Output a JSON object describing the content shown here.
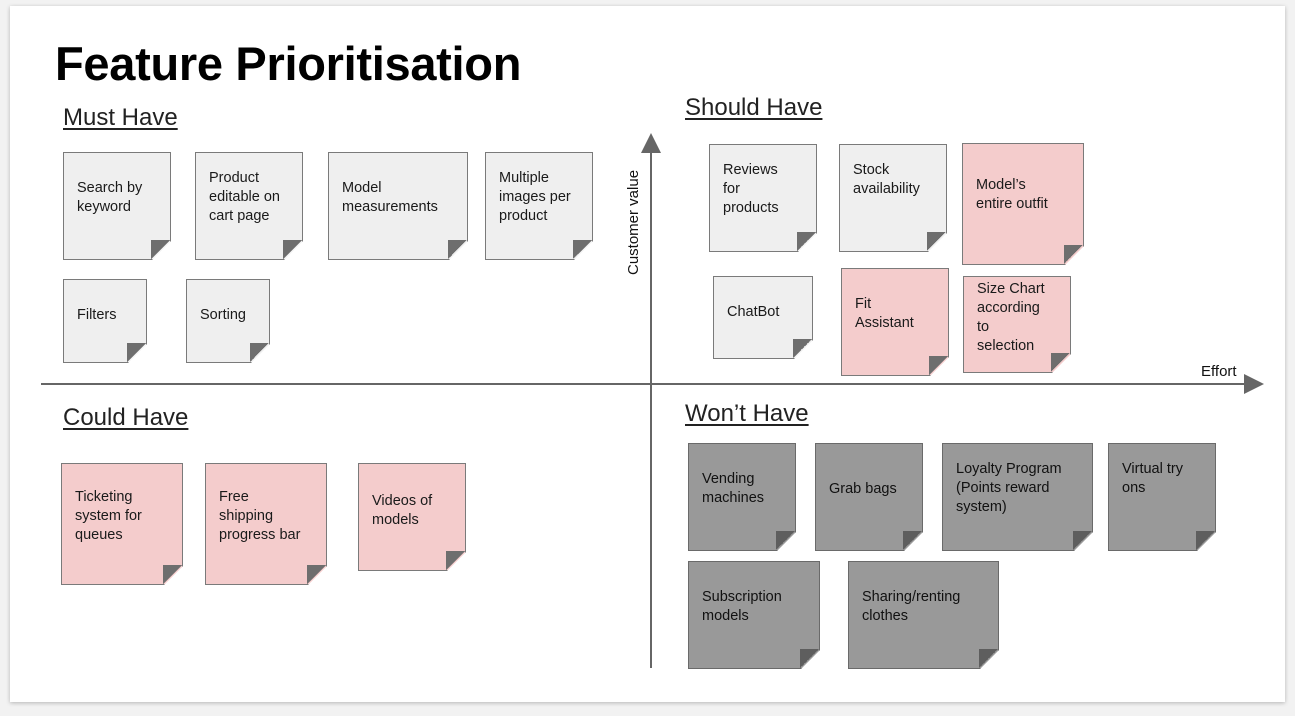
{
  "title": "Feature Prioritisation",
  "axes": {
    "x_label": "Effort",
    "y_label": "Customer value"
  },
  "colors": {
    "gray_note": "#efefef",
    "pink_note": "#f4cccc",
    "dark_note": "#999999",
    "axis": "#666666"
  },
  "quadrants": {
    "must_have": {
      "heading": "Must Have",
      "notes": [
        {
          "text": "Search by\nkeyword",
          "color": "gray"
        },
        {
          "text": "Product\neditable on\ncart page",
          "color": "gray"
        },
        {
          "text": "Model\nmeasurements",
          "color": "gray"
        },
        {
          "text": "Multiple\nimages per\nproduct",
          "color": "gray"
        },
        {
          "text": "Filters",
          "color": "gray"
        },
        {
          "text": "Sorting",
          "color": "gray"
        }
      ]
    },
    "should_have": {
      "heading": "Should Have",
      "notes": [
        {
          "text": "Reviews\nfor\nproducts",
          "color": "gray"
        },
        {
          "text": "Stock\navailability",
          "color": "gray"
        },
        {
          "text": "Model’s\nentire outfit",
          "color": "pink"
        },
        {
          "text": "ChatBot",
          "color": "gray"
        },
        {
          "text": "Fit\nAssistant",
          "color": "pink"
        },
        {
          "text": "Size Chart\naccording\nto\nselection",
          "color": "pink"
        }
      ]
    },
    "could_have": {
      "heading": "Could Have",
      "notes": [
        {
          "text": "Ticketing\nsystem for\nqueues",
          "color": "pink"
        },
        {
          "text": "Free\nshipping\nprogress bar",
          "color": "pink"
        },
        {
          "text": "Videos of\nmodels",
          "color": "pink"
        }
      ]
    },
    "wont_have": {
      "heading": "Won’t Have",
      "notes": [
        {
          "text": "Vending\nmachines",
          "color": "dark"
        },
        {
          "text": "Grab bags",
          "color": "dark"
        },
        {
          "text": "Loyalty Program\n(Points reward\nsystem)",
          "color": "dark"
        },
        {
          "text": "Virtual try\nons",
          "color": "dark"
        },
        {
          "text": "Subscription\nmodels",
          "color": "dark"
        },
        {
          "text": "Sharing/renting\nclothes",
          "color": "dark"
        }
      ]
    }
  }
}
